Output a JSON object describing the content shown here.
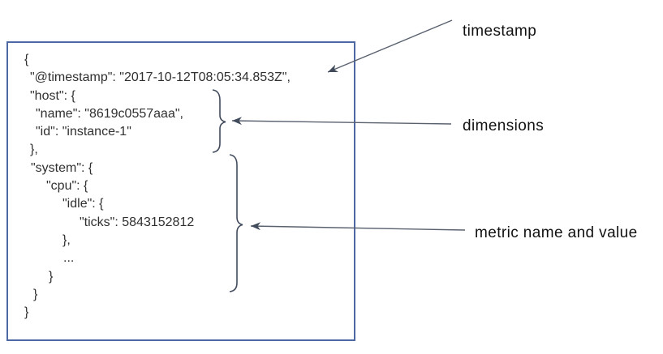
{
  "diagram": {
    "code_block": {
      "lines": [
        {
          "indent": 0,
          "text": "{"
        },
        {
          "indent": 7,
          "text": "\"@timestamp\": \"2017-10-12T08:05:34.853Z\","
        },
        {
          "indent": 7,
          "text": "\"host\": {"
        },
        {
          "indent": 14,
          "text": "\"name\": \"8619c0557aaa\","
        },
        {
          "indent": 14,
          "text": "\"id\": \"instance-1\""
        },
        {
          "indent": 7,
          "text": "},"
        },
        {
          "indent": 8,
          "text": "\"system\": {"
        },
        {
          "indent": 27,
          "text": "\"cpu\": {"
        },
        {
          "indent": 47,
          "text": "\"idle\": {"
        },
        {
          "indent": 68,
          "text": "\"ticks\": 5843152812"
        },
        {
          "indent": 47,
          "text": "},"
        },
        {
          "indent": 48,
          "text": "..."
        },
        {
          "indent": 30,
          "text": "}"
        },
        {
          "indent": 11,
          "text": "}"
        },
        {
          "indent": 0,
          "text": "}"
        }
      ]
    },
    "annotations": {
      "timestamp": {
        "label": "timestamp"
      },
      "dimensions": {
        "label": "dimensions"
      },
      "metric": {
        "label": "metric name and value"
      }
    },
    "colors": {
      "box_border": "#4e68a5",
      "code_text": "#303030",
      "annotation_text": "#111111",
      "arrow": "#59616f",
      "brace": "#414b5c"
    }
  }
}
